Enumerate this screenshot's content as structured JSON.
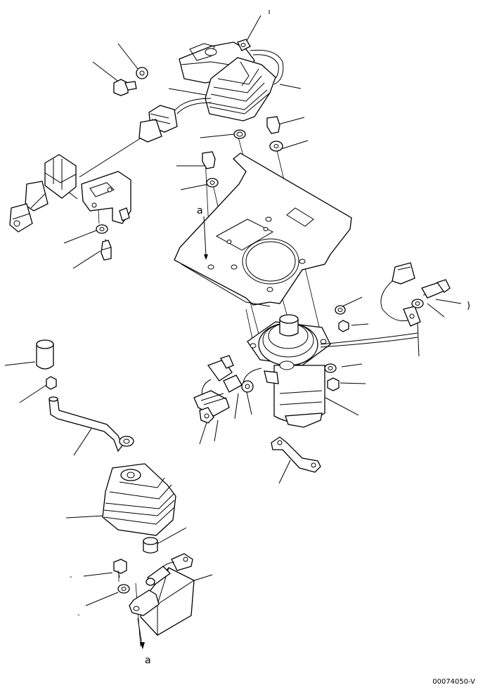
{
  "diagram": {
    "callouts": {
      "ref_a_top": "a",
      "ref_a_bottom": "a",
      "paren": ")",
      "dash_1": "-",
      "dash_2": "-"
    },
    "drawing_number": "00074050-V"
  }
}
